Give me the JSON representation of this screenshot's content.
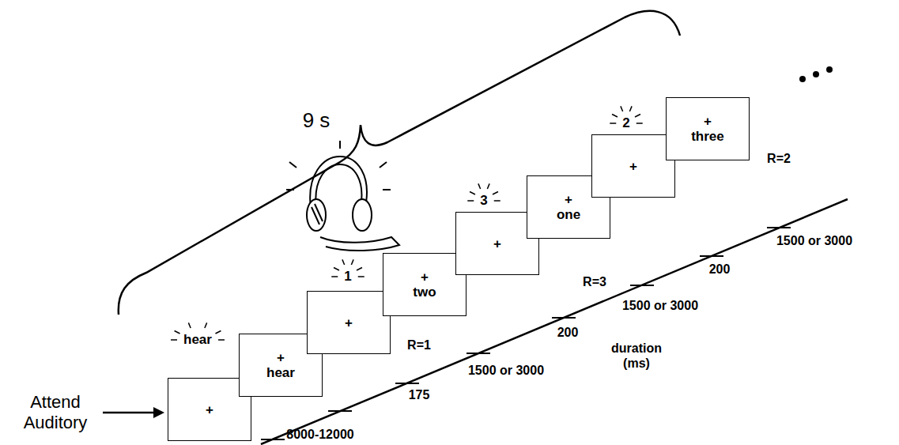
{
  "diagram": {
    "nodes": [
      {
        "text": [
          "+"
        ]
      },
      {
        "text": [
          "+",
          "hear"
        ]
      },
      {
        "text": [
          "+"
        ]
      },
      {
        "text": [
          "+",
          "two"
        ]
      },
      {
        "text": [
          "+"
        ]
      },
      {
        "text": [
          "+",
          "one"
        ]
      },
      {
        "text": [
          "+"
        ]
      },
      {
        "text": [
          "+",
          "three"
        ]
      }
    ],
    "labels": [
      "9 s",
      "Attend Auditory",
      "hear",
      "1",
      "3",
      "2",
      "R=1",
      "R=3",
      "R=2",
      "8000-12000",
      "175",
      "1500 or 3000",
      "200",
      "1500 or 3000",
      "200",
      "1500 or 3000",
      "duration (ms)"
    ]
  }
}
